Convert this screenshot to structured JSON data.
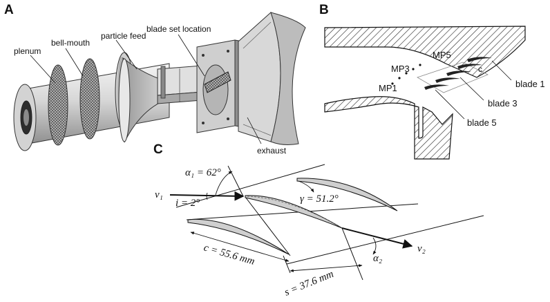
{
  "panels": {
    "a": {
      "letter": "A",
      "labels": {
        "plenum": "plenum",
        "bell_mouth": "bell-mouth",
        "particle_feed": "particle feed",
        "blade_set_location": "blade set location",
        "exhaust": "exhaust"
      }
    },
    "b": {
      "letter": "B",
      "labels": {
        "mp5": "MP5",
        "mp3": "MP3",
        "mp1": "MP1",
        "c": "c",
        "blade1": "blade 1",
        "blade3": "blade 3",
        "blade5": "blade 5"
      }
    },
    "c": {
      "letter": "C",
      "labels": {
        "alpha1": "α₁ = 62°",
        "v1": "v₁",
        "i": "i = 2°",
        "gamma": "γ = 51.2°",
        "chord": "c = 55.6 mm",
        "alpha2": "α₂",
        "v2": "v₂",
        "spacing": "s = 37.6 mm"
      }
    }
  },
  "colors": {
    "line": "#111111",
    "metal_light": "#d9d9d9",
    "metal_dark": "#6e6e6e",
    "hatch": "#333333",
    "blade_fill": "#c8c8c8"
  }
}
